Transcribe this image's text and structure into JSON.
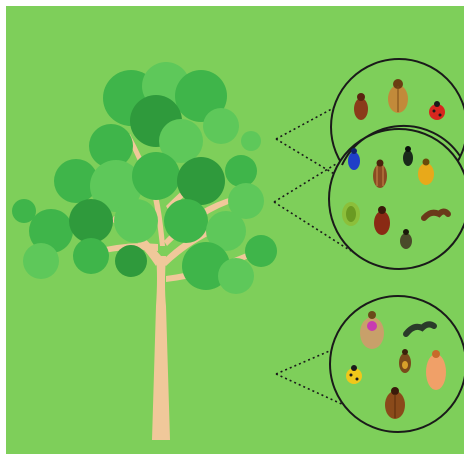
{
  "colors": {
    "background": "#7ecf5a",
    "frame": "#ffffff",
    "foliage": "#3fb54a",
    "foliage_light": "#5ec85a",
    "foliage_dark": "#2f9a3c",
    "trunk": "#f0c89a",
    "trunk_shade": "#d9a877",
    "circle_stroke": "#1a1a1a",
    "dotted_line": "#1a1a1a"
  },
  "canopy_groups": [
    {
      "id": "upper-canopy",
      "insects": [
        "brown-beetle",
        "tan-beetle",
        "red-ladybug"
      ]
    },
    {
      "id": "middle-canopy",
      "insects": [
        "blue-beetle",
        "striped-brown-beetle",
        "black-beetle",
        "yellow-beetle",
        "green-beetle",
        "red-brown-beetle",
        "dark-beetle",
        "brown-caterpillar"
      ]
    },
    {
      "id": "lower-trunk",
      "insects": [
        "pink-tan-beetle",
        "dark-caterpillar",
        "yellow-spotted-ladybug",
        "small-brown-beetle",
        "orange-beetle",
        "large-brown-beetle"
      ]
    }
  ]
}
